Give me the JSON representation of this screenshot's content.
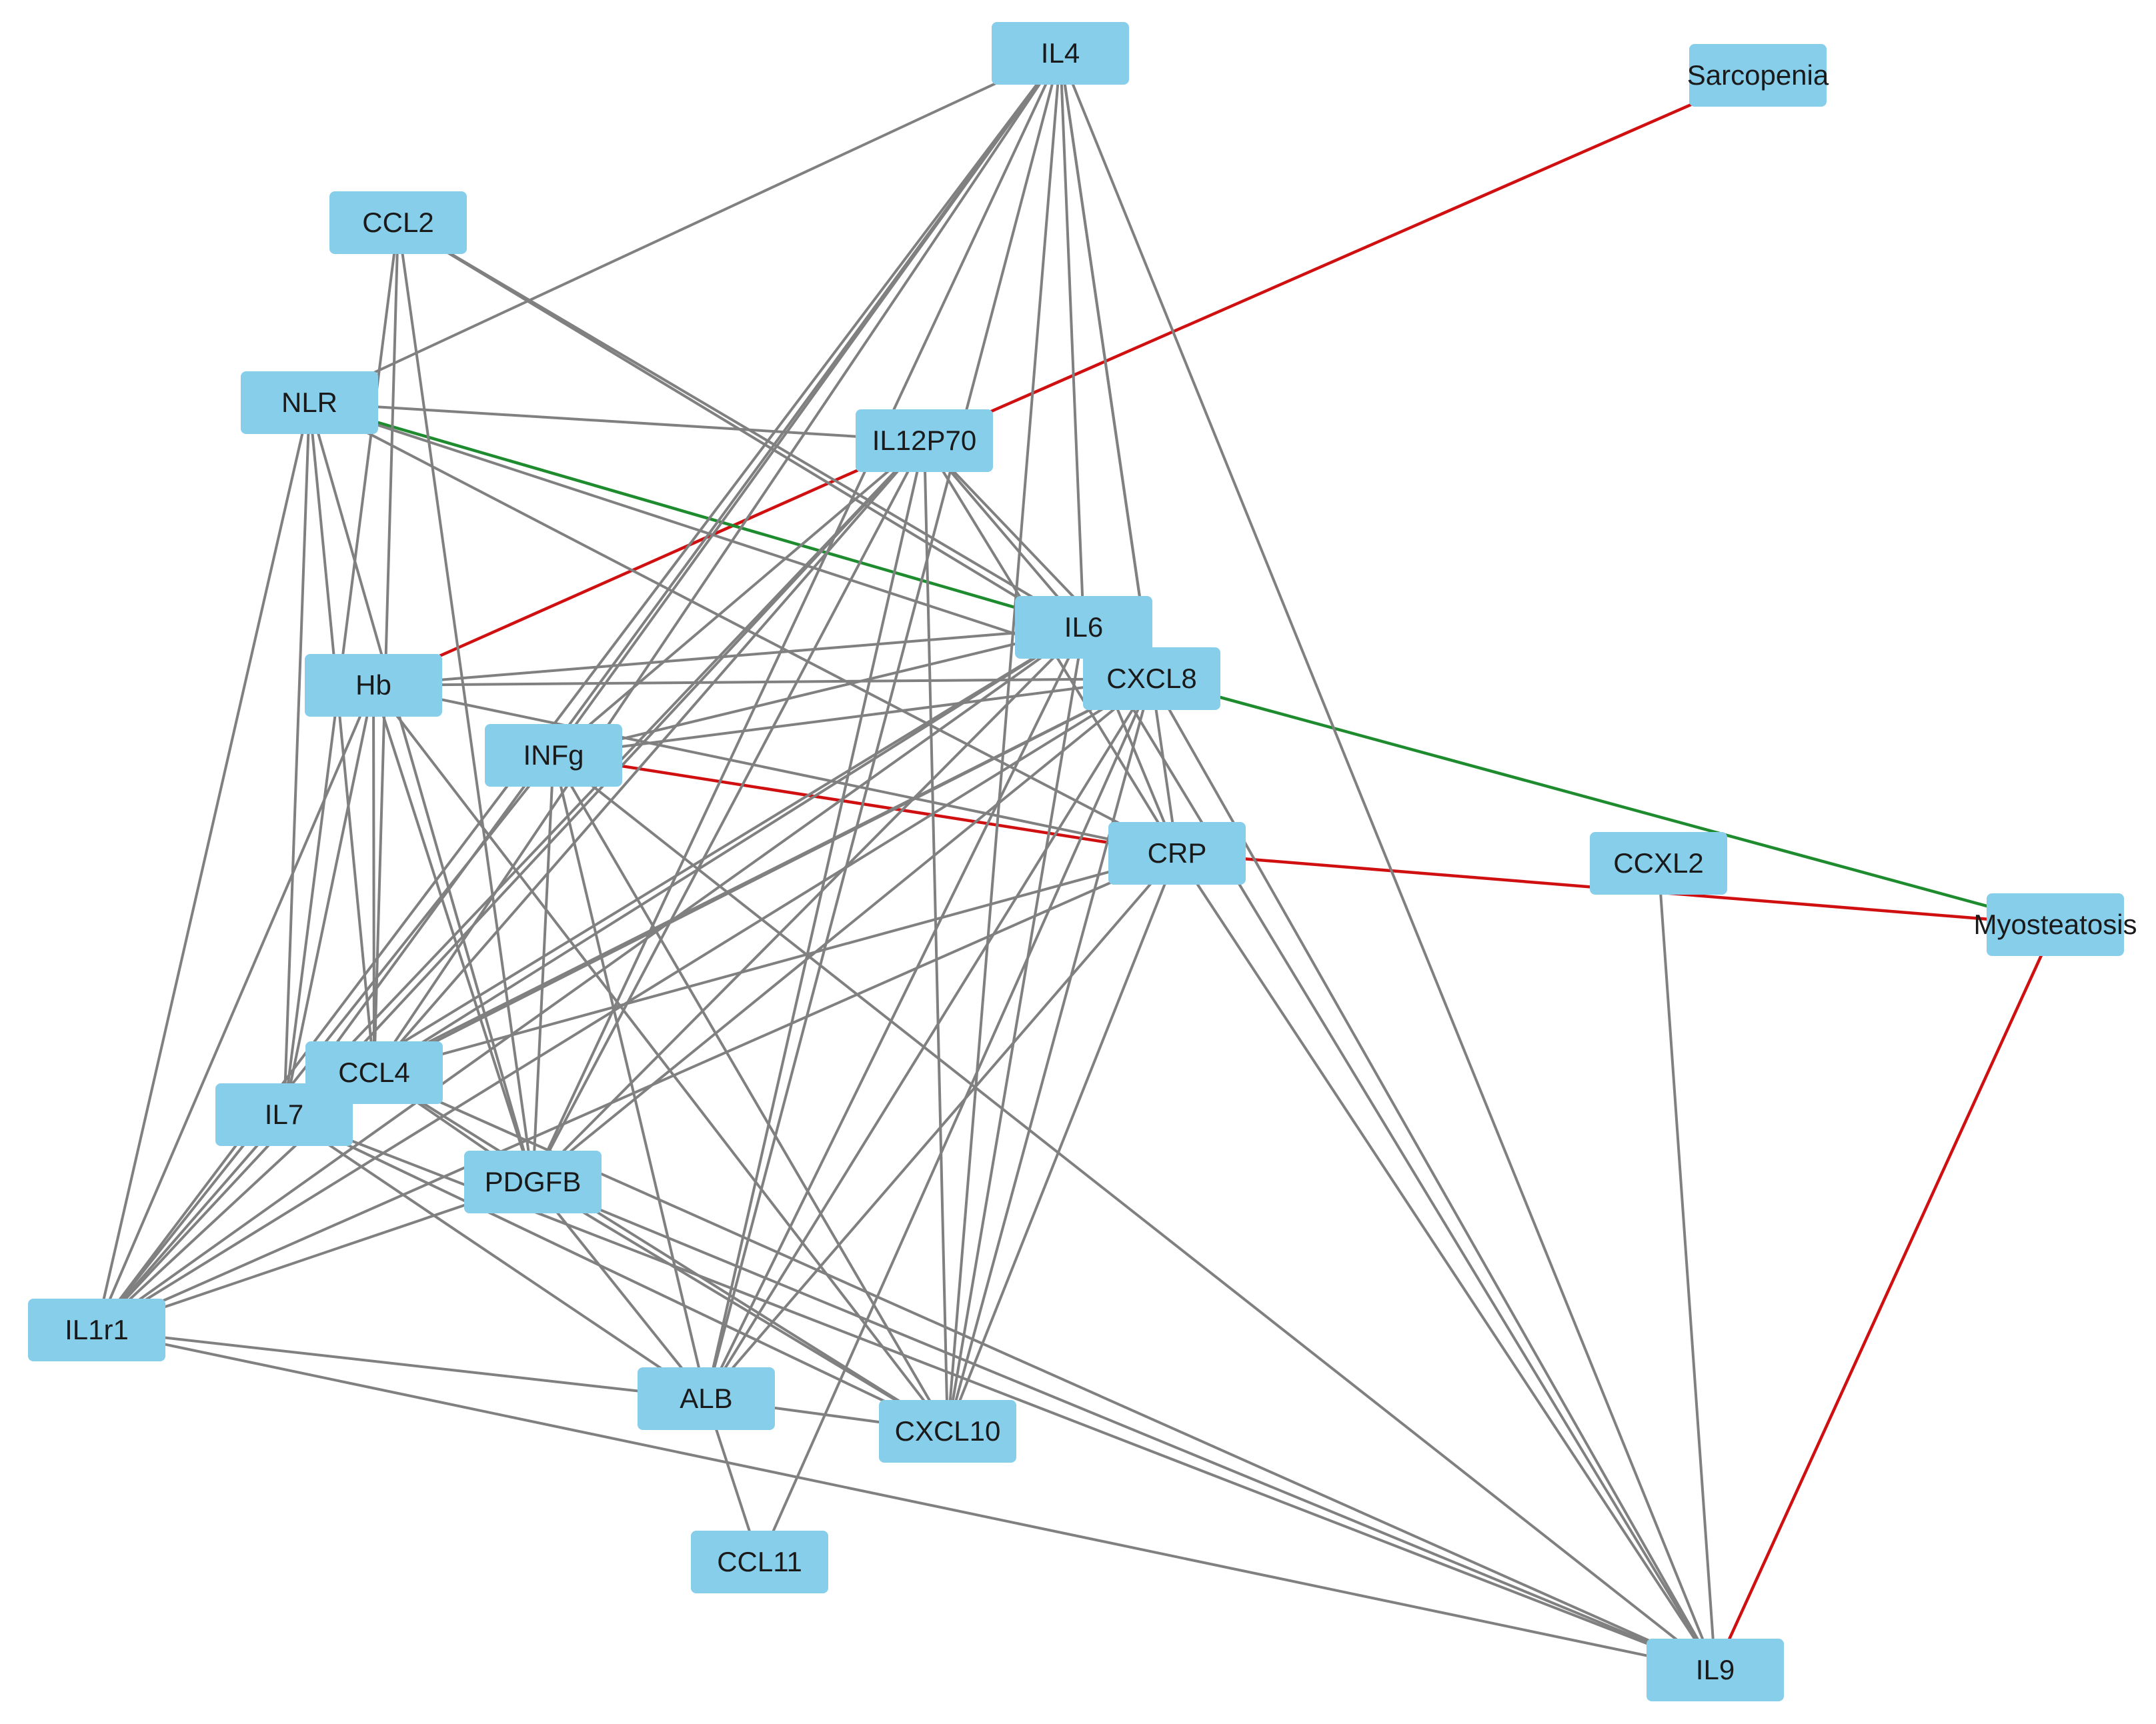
{
  "colors": {
    "node_fill": "#87CEEB",
    "edge_default": "#808080",
    "edge_red": "#D01010",
    "edge_green": "#1E8C2E"
  },
  "nodes": [
    {
      "id": "IL4",
      "label": "IL4"
    },
    {
      "id": "Sarcopenia",
      "label": "Sarcopenia"
    },
    {
      "id": "CCL2",
      "label": "CCL2"
    },
    {
      "id": "NLR",
      "label": "NLR"
    },
    {
      "id": "IL12P70",
      "label": "IL12P70"
    },
    {
      "id": "IL6",
      "label": "IL6"
    },
    {
      "id": "CXCL8",
      "label": "CXCL8"
    },
    {
      "id": "Hb",
      "label": "Hb"
    },
    {
      "id": "INFg",
      "label": "INFg"
    },
    {
      "id": "CRP",
      "label": "CRP"
    },
    {
      "id": "CCXL2",
      "label": "CCXL2"
    },
    {
      "id": "Myosteatosis",
      "label": "Myosteatosis"
    },
    {
      "id": "CCL4",
      "label": "CCL4"
    },
    {
      "id": "IL7",
      "label": "IL7"
    },
    {
      "id": "PDGFB",
      "label": "PDGFB"
    },
    {
      "id": "IL1r1",
      "label": "IL1r1"
    },
    {
      "id": "ALB",
      "label": "ALB"
    },
    {
      "id": "CXCL10",
      "label": "CXCL10"
    },
    {
      "id": "CCL11",
      "label": "CCL11"
    },
    {
      "id": "IL9",
      "label": "IL9"
    }
  ],
  "edges": [
    {
      "source": "IL12P70",
      "target": "Sarcopenia",
      "color": "red"
    },
    {
      "source": "Hb",
      "target": "IL12P70",
      "color": "red"
    },
    {
      "source": "INFg",
      "target": "CRP",
      "color": "red"
    },
    {
      "source": "CRP",
      "target": "Myosteatosis",
      "color": "red"
    },
    {
      "source": "Myosteatosis",
      "target": "IL9",
      "color": "red"
    },
    {
      "source": "NLR",
      "target": "IL6",
      "color": "green"
    },
    {
      "source": "CXCL8",
      "target": "Myosteatosis",
      "color": "green"
    },
    {
      "source": "IL4",
      "target": "NLR",
      "color": "gray"
    },
    {
      "source": "IL4",
      "target": "IL6",
      "color": "gray"
    },
    {
      "source": "IL4",
      "target": "CXCL8",
      "color": "gray"
    },
    {
      "source": "IL4",
      "target": "INFg",
      "color": "gray"
    },
    {
      "source": "IL4",
      "target": "CCL4",
      "color": "gray"
    },
    {
      "source": "IL4",
      "target": "IL7",
      "color": "gray"
    },
    {
      "source": "IL4",
      "target": "PDGFB",
      "color": "gray"
    },
    {
      "source": "IL4",
      "target": "CXCL10",
      "color": "gray"
    },
    {
      "source": "IL4",
      "target": "CRP",
      "color": "gray"
    },
    {
      "source": "IL4",
      "target": "IL9",
      "color": "gray"
    },
    {
      "source": "IL4",
      "target": "IL1r1",
      "color": "gray"
    },
    {
      "source": "IL4",
      "target": "ALB",
      "color": "gray"
    },
    {
      "source": "CCL2",
      "target": "IL6",
      "color": "gray"
    },
    {
      "source": "CCL2",
      "target": "PDGFB",
      "color": "gray"
    },
    {
      "source": "CCL2",
      "target": "IL7",
      "color": "gray"
    },
    {
      "source": "CCL2",
      "target": "CCL4",
      "color": "gray"
    },
    {
      "source": "CCL2",
      "target": "CXCL8",
      "color": "gray"
    },
    {
      "source": "NLR",
      "target": "IL12P70",
      "color": "gray"
    },
    {
      "source": "NLR",
      "target": "CXCL8",
      "color": "gray"
    },
    {
      "source": "NLR",
      "target": "IL1r1",
      "color": "gray"
    },
    {
      "source": "NLR",
      "target": "IL7",
      "color": "gray"
    },
    {
      "source": "NLR",
      "target": "CCL4",
      "color": "gray"
    },
    {
      "source": "NLR",
      "target": "PDGFB",
      "color": "gray"
    },
    {
      "source": "NLR",
      "target": "CRP",
      "color": "gray"
    },
    {
      "source": "IL12P70",
      "target": "IL6",
      "color": "gray"
    },
    {
      "source": "IL12P70",
      "target": "CXCL8",
      "color": "gray"
    },
    {
      "source": "IL12P70",
      "target": "INFg",
      "color": "gray"
    },
    {
      "source": "IL12P70",
      "target": "CCL4",
      "color": "gray"
    },
    {
      "source": "IL12P70",
      "target": "IL7",
      "color": "gray"
    },
    {
      "source": "IL12P70",
      "target": "PDGFB",
      "color": "gray"
    },
    {
      "source": "IL12P70",
      "target": "CXCL10",
      "color": "gray"
    },
    {
      "source": "IL12P70",
      "target": "IL1r1",
      "color": "gray"
    },
    {
      "source": "IL12P70",
      "target": "CRP",
      "color": "gray"
    },
    {
      "source": "IL12P70",
      "target": "ALB",
      "color": "gray"
    },
    {
      "source": "Hb",
      "target": "IL6",
      "color": "gray"
    },
    {
      "source": "Hb",
      "target": "CXCL8",
      "color": "gray"
    },
    {
      "source": "Hb",
      "target": "CCL4",
      "color": "gray"
    },
    {
      "source": "Hb",
      "target": "IL7",
      "color": "gray"
    },
    {
      "source": "Hb",
      "target": "PDGFB",
      "color": "gray"
    },
    {
      "source": "Hb",
      "target": "CXCL10",
      "color": "gray"
    },
    {
      "source": "Hb",
      "target": "CRP",
      "color": "gray"
    },
    {
      "source": "INFg",
      "target": "IL6",
      "color": "gray"
    },
    {
      "source": "INFg",
      "target": "CXCL8",
      "color": "gray"
    },
    {
      "source": "INFg",
      "target": "PDGFB",
      "color": "gray"
    },
    {
      "source": "INFg",
      "target": "ALB",
      "color": "gray"
    },
    {
      "source": "INFg",
      "target": "CXCL10",
      "color": "gray"
    },
    {
      "source": "INFg",
      "target": "IL9",
      "color": "gray"
    },
    {
      "source": "INFg",
      "target": "IL1r1",
      "color": "gray"
    },
    {
      "source": "IL6",
      "target": "CCL4",
      "color": "gray"
    },
    {
      "source": "IL6",
      "target": "IL7",
      "color": "gray"
    },
    {
      "source": "IL6",
      "target": "PDGFB",
      "color": "gray"
    },
    {
      "source": "IL6",
      "target": "IL1r1",
      "color": "gray"
    },
    {
      "source": "IL6",
      "target": "ALB",
      "color": "gray"
    },
    {
      "source": "IL6",
      "target": "CXCL10",
      "color": "gray"
    },
    {
      "source": "IL6",
      "target": "CRP",
      "color": "gray"
    },
    {
      "source": "IL6",
      "target": "IL9",
      "color": "gray"
    },
    {
      "source": "CXCL8",
      "target": "CCL4",
      "color": "gray"
    },
    {
      "source": "CXCL8",
      "target": "IL7",
      "color": "gray"
    },
    {
      "source": "CXCL8",
      "target": "PDGFB",
      "color": "gray"
    },
    {
      "source": "CXCL8",
      "target": "IL1r1",
      "color": "gray"
    },
    {
      "source": "CXCL8",
      "target": "ALB",
      "color": "gray"
    },
    {
      "source": "CXCL8",
      "target": "CXCL10",
      "color": "gray"
    },
    {
      "source": "CXCL8",
      "target": "CCL11",
      "color": "gray"
    },
    {
      "source": "CXCL8",
      "target": "IL9",
      "color": "gray"
    },
    {
      "source": "CRP",
      "target": "CCL4",
      "color": "gray"
    },
    {
      "source": "CRP",
      "target": "IL1r1",
      "color": "gray"
    },
    {
      "source": "CRP",
      "target": "ALB",
      "color": "gray"
    },
    {
      "source": "CRP",
      "target": "CXCL10",
      "color": "gray"
    },
    {
      "source": "CRP",
      "target": "IL9",
      "color": "gray"
    },
    {
      "source": "CCXL2",
      "target": "IL9",
      "color": "gray"
    },
    {
      "source": "CCL4",
      "target": "IL1r1",
      "color": "gray"
    },
    {
      "source": "CCL4",
      "target": "PDGFB",
      "color": "gray"
    },
    {
      "source": "CCL4",
      "target": "IL9",
      "color": "gray"
    },
    {
      "source": "CCL4",
      "target": "CXCL10",
      "color": "gray"
    },
    {
      "source": "IL7",
      "target": "IL1r1",
      "color": "gray"
    },
    {
      "source": "IL7",
      "target": "ALB",
      "color": "gray"
    },
    {
      "source": "IL7",
      "target": "CXCL10",
      "color": "gray"
    },
    {
      "source": "IL7",
      "target": "IL9",
      "color": "gray"
    },
    {
      "source": "PDGFB",
      "target": "IL1r1",
      "color": "gray"
    },
    {
      "source": "PDGFB",
      "target": "ALB",
      "color": "gray"
    },
    {
      "source": "PDGFB",
      "target": "CXCL10",
      "color": "gray"
    },
    {
      "source": "PDGFB",
      "target": "IL9",
      "color": "gray"
    },
    {
      "source": "IL1r1",
      "target": "ALB",
      "color": "gray"
    },
    {
      "source": "IL1r1",
      "target": "IL9",
      "color": "gray"
    },
    {
      "source": "ALB",
      "target": "CXCL10",
      "color": "gray"
    },
    {
      "source": "ALB",
      "target": "CCL11",
      "color": "gray"
    },
    {
      "source": "Hb",
      "target": "IL1r1",
      "color": "gray"
    }
  ]
}
